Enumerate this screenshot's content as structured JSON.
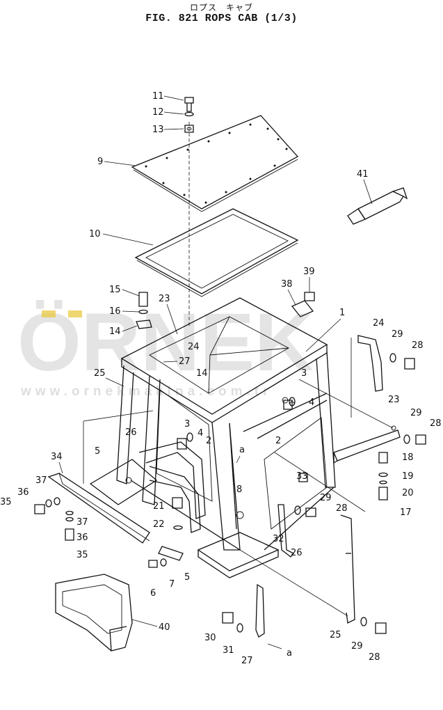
{
  "header": {
    "japanese_title": "ロプス　キャブ",
    "fig_title": "FIG. 821   ROPS  CAB  (1/3)"
  },
  "watermark": {
    "brand": "ÖRNEK",
    "url": "www.ornekmakina.com.tr",
    "accent_color": "#e8c840"
  },
  "callouts": [
    "11",
    "12",
    "13",
    "9",
    "10",
    "15",
    "16",
    "14",
    "23",
    "24",
    "27",
    "14",
    "25",
    "26",
    "3",
    "4",
    "2",
    "5",
    "34",
    "37",
    "36",
    "35",
    "37",
    "36",
    "35",
    "21",
    "22",
    "6",
    "7",
    "5",
    "8",
    "39",
    "38",
    "1",
    "41",
    "3",
    "4",
    "2",
    "33",
    "29",
    "28",
    "32",
    "26",
    "24",
    "29",
    "28",
    "23",
    "29",
    "28",
    "18",
    "19",
    "20",
    "17",
    "40",
    "30",
    "31",
    "27",
    "25",
    "29",
    "28"
  ],
  "section_markers": [
    "a",
    "a"
  ]
}
